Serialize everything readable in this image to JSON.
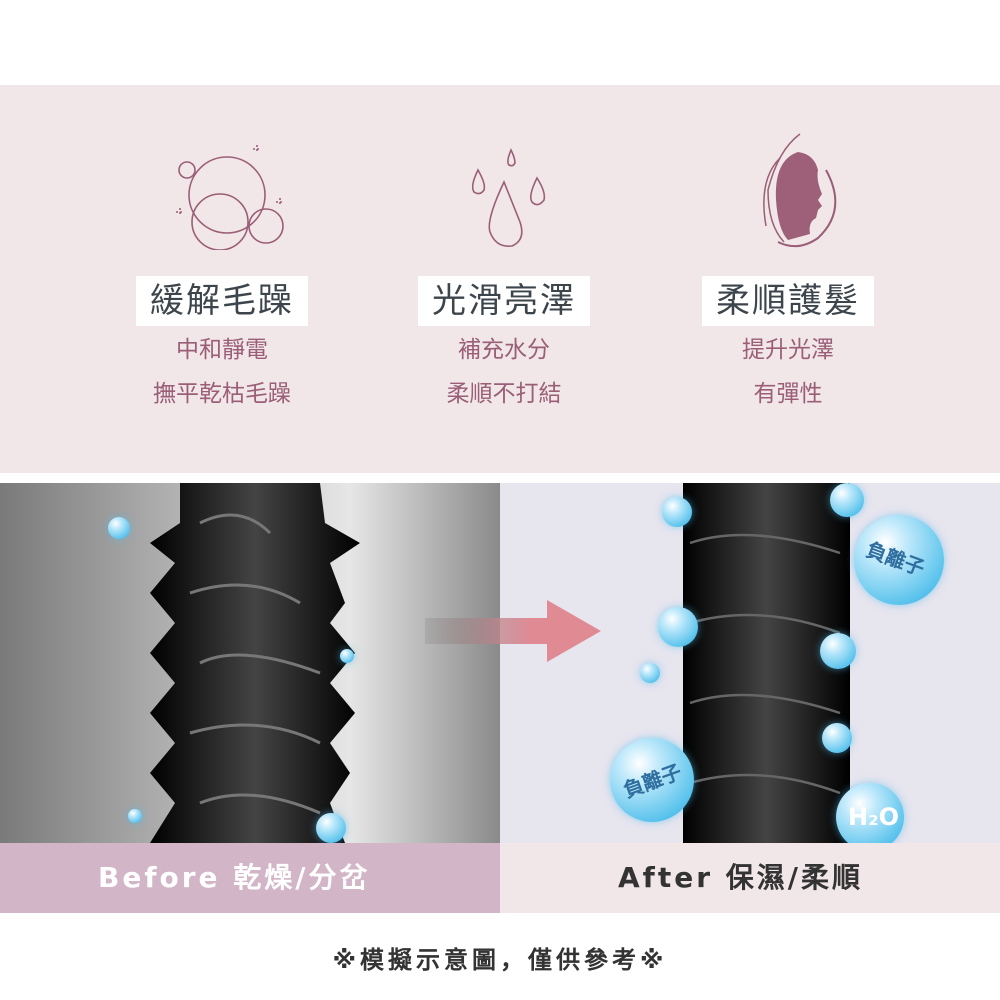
{
  "features": [
    {
      "icon": "bubbles-icon",
      "title": "緩解毛躁",
      "lines": [
        "中和靜電",
        "撫平乾枯毛躁"
      ]
    },
    {
      "icon": "water-drops-icon",
      "title": "光滑亮澤",
      "lines": [
        "補充水分",
        "柔順不打結"
      ]
    },
    {
      "icon": "woman-profile-icon",
      "title": "柔順護髮",
      "lines": [
        "提升光澤",
        "有彈性"
      ]
    }
  ],
  "comparison": {
    "before_label": "Before 乾燥/分岔",
    "after_label": "After 保濕/柔順",
    "bubble_labels": {
      "ion": "負離子",
      "water": "H₂O"
    }
  },
  "note": "※模擬示意圖，僅供參考※",
  "colors": {
    "band": "#f1e6e8",
    "accent": "#9a5e77",
    "before_bar": "#d2b5c7",
    "arrow": "#e08a94"
  }
}
